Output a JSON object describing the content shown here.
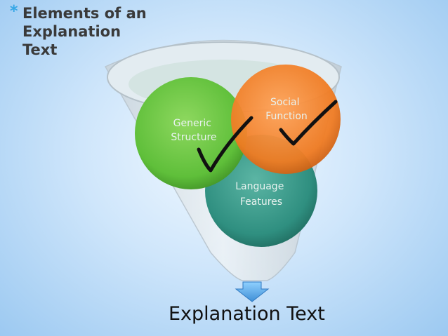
{
  "slide": {
    "bullet": "*",
    "title": "Elements of an\nExplanation\nText"
  },
  "diagram": {
    "circles": [
      {
        "label_lines": [
          "Generic",
          "Structure"
        ],
        "color": "#5fbf3a"
      },
      {
        "label_lines": [
          "Social",
          "Function"
        ],
        "color": "#f07b22"
      },
      {
        "label_lines": [
          "Language",
          "Features"
        ],
        "color": "#2f8f80"
      }
    ],
    "result_label": "Explanation Text",
    "colors": {
      "funnel": "#d8e1e8",
      "arrow": "#5aa9e6",
      "check": "#111111"
    }
  }
}
